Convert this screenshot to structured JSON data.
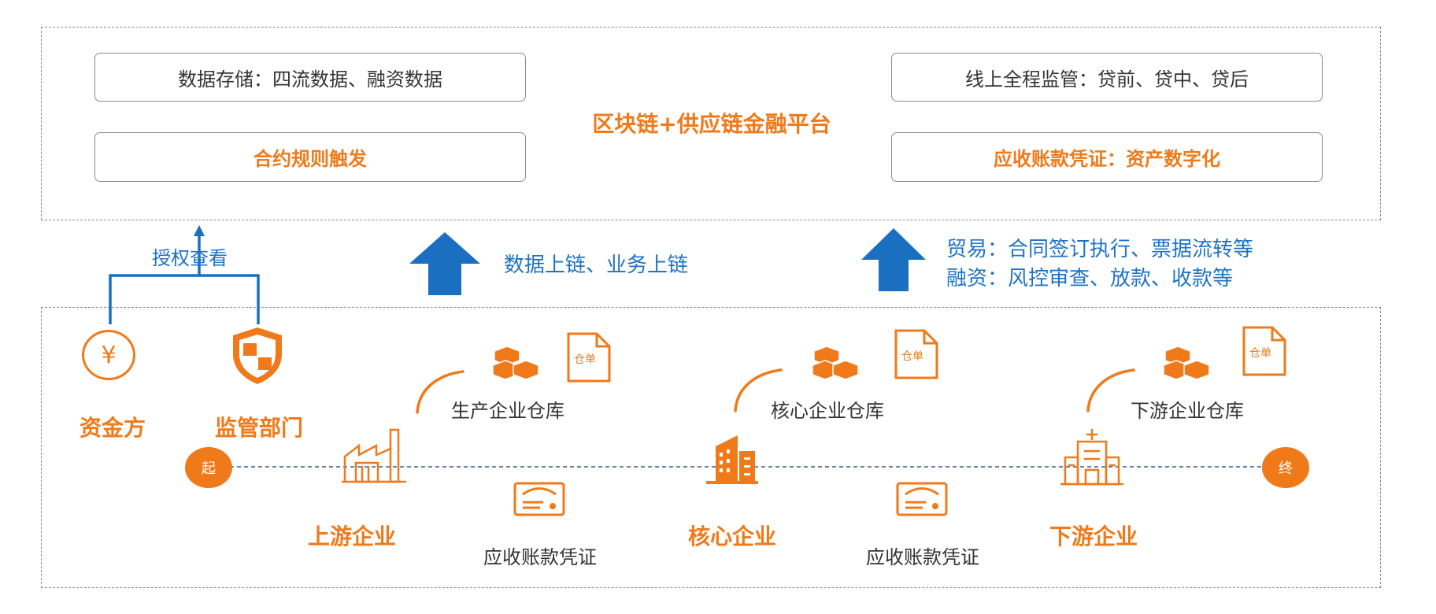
{
  "platform": {
    "title": "区块链+供应链金融平台",
    "box_top_left": "数据存储：四流数据、融资数据",
    "box_bottom_left": "合约规则触发",
    "box_top_right": "线上全程监管：贷前、贷中、贷后",
    "box_bottom_right": "应收账款凭证：资产数字化"
  },
  "flows": {
    "authorize_label": "授权查看",
    "data_onchain": "数据上链、业务上链",
    "trade_line": "贸易：合同签订执行、票据流转等",
    "finance_line": "融资：风控审查、放款、收款等"
  },
  "parties": {
    "funder": "资金方",
    "regulator": "监管部门"
  },
  "chain": {
    "start": "起",
    "end": "终",
    "upstream": "上游企业",
    "core": "核心企业",
    "downstream": "下游企业",
    "receivable_1": "应收账款凭证",
    "receivable_2": "应收账款凭证",
    "warehouse_1": "生产企业仓库",
    "warehouse_2": "核心企业仓库",
    "warehouse_3": "下游企业仓库",
    "receipt_label": "仓单",
    "yuan_symbol": "¥"
  },
  "colors": {
    "accent_orange": "#f07a1a",
    "flow_blue": "#1a6fc0",
    "dash_gray": "#8c8c8c"
  },
  "icons": [
    "yuan-coin-icon",
    "shield-icon",
    "cube-stack-icon",
    "document-receipt-icon",
    "factory-icon",
    "office-tower-icon",
    "hospital-building-icon",
    "receivable-card-icon",
    "up-arrow-icon"
  ]
}
